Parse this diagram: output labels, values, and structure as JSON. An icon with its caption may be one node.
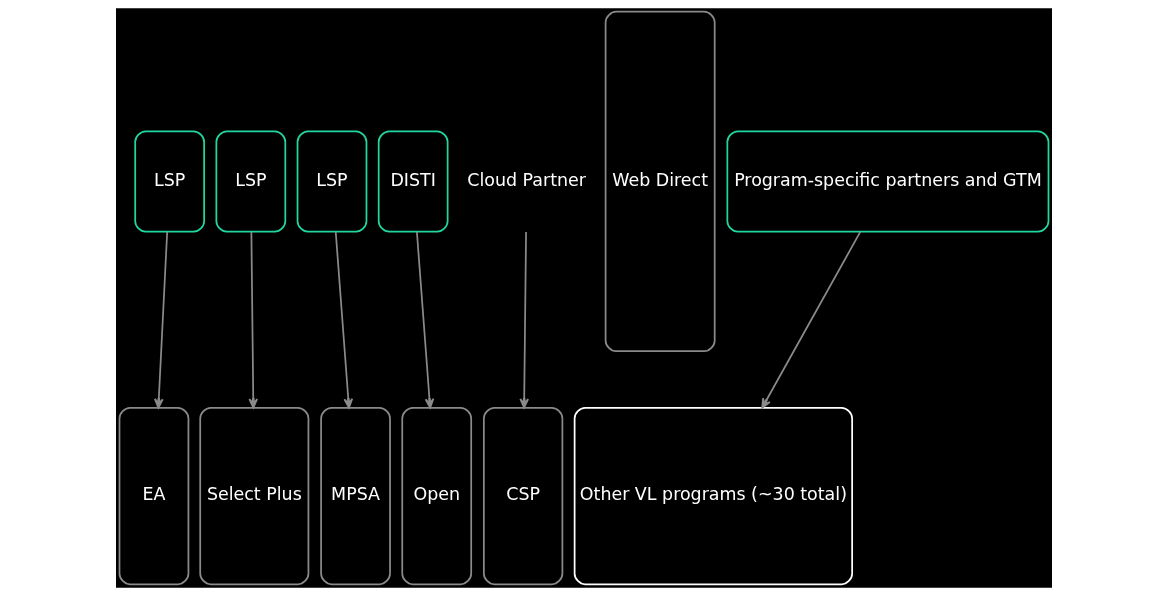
{
  "diagram": {
    "nodes": [
      {
        "text": [
          "LSP"
        ]
      },
      {
        "text": [
          "LSP"
        ]
      },
      {
        "text": [
          "LSP"
        ]
      },
      {
        "text": [
          "DISTI"
        ]
      },
      {
        "text": [
          "Cloud Partner"
        ]
      },
      {
        "text": [
          "Web Direct"
        ]
      },
      {
        "text": [
          "Program-specific partners and GTM"
        ]
      },
      {
        "text": [
          "EA"
        ]
      },
      {
        "text": [
          "Select Plus"
        ]
      },
      {
        "text": [
          "MPSA"
        ]
      },
      {
        "text": [
          "Open"
        ]
      },
      {
        "text": [
          "CSP"
        ]
      },
      {
        "text": [
          "Other VL programs (~30 total)"
        ]
      }
    ],
    "edges": [
      {
        "from": 0,
        "to": 7,
        "arrow": "to"
      },
      {
        "from": 1,
        "to": 8,
        "arrow": "to"
      },
      {
        "from": 2,
        "to": 9,
        "arrow": "to"
      },
      {
        "from": 3,
        "to": 10,
        "arrow": "to"
      },
      {
        "from": 4,
        "to": 11,
        "arrow": "to"
      },
      {
        "from": 6,
        "to": 12,
        "arrow": "to"
      }
    ]
  }
}
